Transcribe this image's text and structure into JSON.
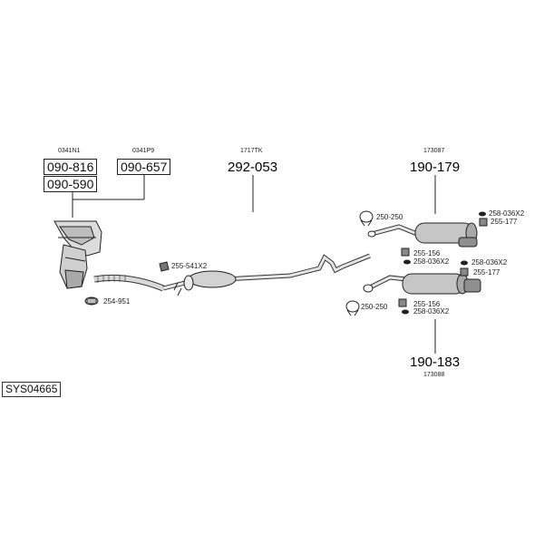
{
  "diagram": {
    "system_id": "SYS04665",
    "codes": {
      "manifold_left": "0341N1",
      "manifold_right": "0341P9",
      "middle": "1717TK",
      "rear_top": "173087",
      "rear_bottom": "173088"
    },
    "references": {
      "manifold_a": "090-816",
      "manifold_b": "090-590",
      "manifold_c": "090-657",
      "middle_pipe": "292-053",
      "rear_top": "190-179",
      "rear_bottom": "190-183"
    },
    "parts": {
      "clamp_front": "254-951",
      "hanger_front": "255-541X2",
      "clamp_top": "250-250",
      "clamp_bottom": "250-250",
      "ring_top_a": "258-036X2",
      "hanger_top_a": "255-177",
      "hanger_mid_a": "255-156",
      "ring_mid_a": "258-036X2",
      "ring_mid_b": "258-036X2",
      "hanger_mid_b": "255-177",
      "hanger_low": "255-156",
      "ring_low": "258-036X2"
    }
  }
}
